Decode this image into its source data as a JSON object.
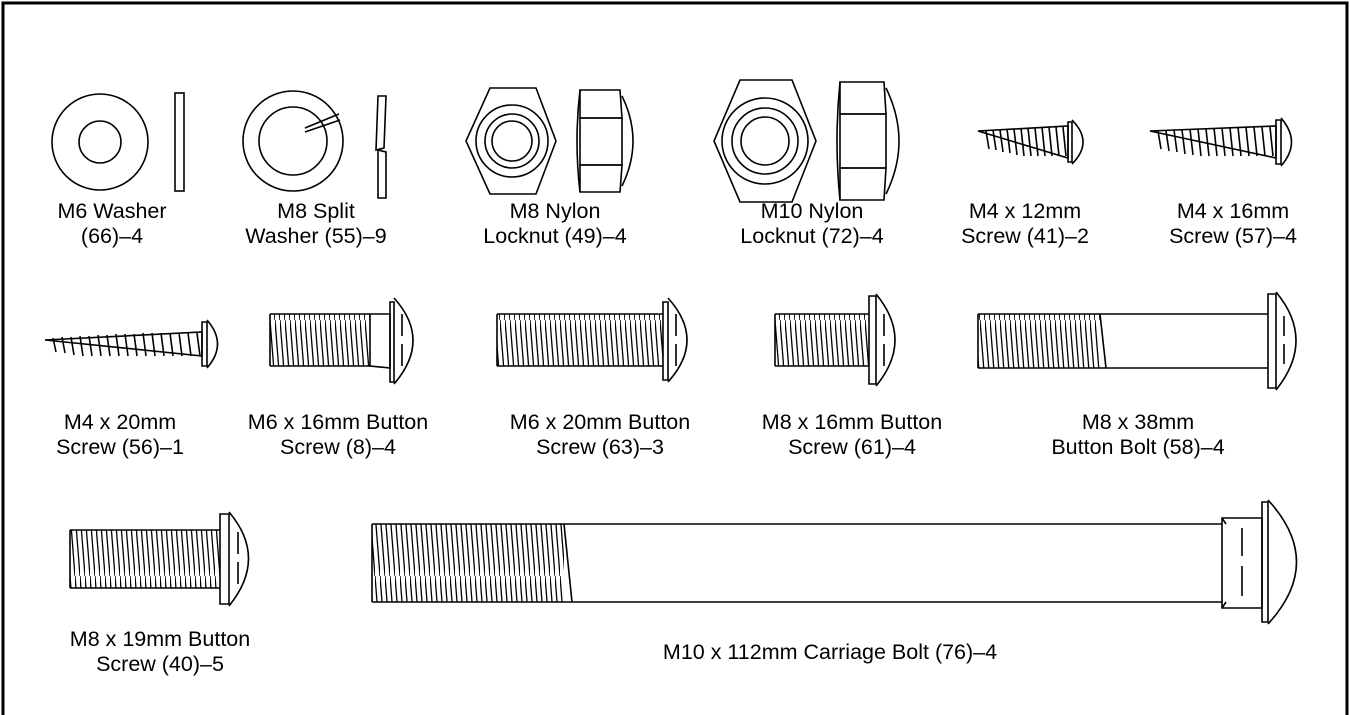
{
  "parts": [
    {
      "id": "m6-washer",
      "line1": "M6 Washer",
      "line2": "(66)–4"
    },
    {
      "id": "m8-split-washer",
      "line1": "M8 Split",
      "line2": "Washer (55)–9"
    },
    {
      "id": "m8-nylon-locknut",
      "line1": "M8 Nylon",
      "line2": "Locknut (49)–4"
    },
    {
      "id": "m10-nylon-locknut",
      "line1": "M10 Nylon",
      "line2": "Locknut (72)–4"
    },
    {
      "id": "m4x12-screw",
      "line1": "M4 x 12mm",
      "line2": "Screw (41)–2"
    },
    {
      "id": "m4x16-screw",
      "line1": "M4 x 16mm",
      "line2": "Screw (57)–4"
    },
    {
      "id": "m4x20-screw",
      "line1": "M4 x 20mm",
      "line2": "Screw (56)–1"
    },
    {
      "id": "m6x16-button-screw",
      "line1": "M6 x 16mm Button",
      "line2": "Screw (8)–4"
    },
    {
      "id": "m6x20-button-screw",
      "line1": "M6 x 20mm Button",
      "line2": "Screw (63)–3"
    },
    {
      "id": "m8x16-button-screw",
      "line1": "M8 x 16mm Button",
      "line2": "Screw (61)–4"
    },
    {
      "id": "m8x38-button-bolt",
      "line1": "M8 x 38mm",
      "line2": "Button Bolt (58)–4"
    },
    {
      "id": "m8x19-button-screw",
      "line1": "M8 x 19mm Button",
      "line2": "Screw (40)–5"
    },
    {
      "id": "m10x112-carriage-bolt",
      "line1": "M10 x 112mm Carriage Bolt (76)–4",
      "line2": ""
    }
  ]
}
